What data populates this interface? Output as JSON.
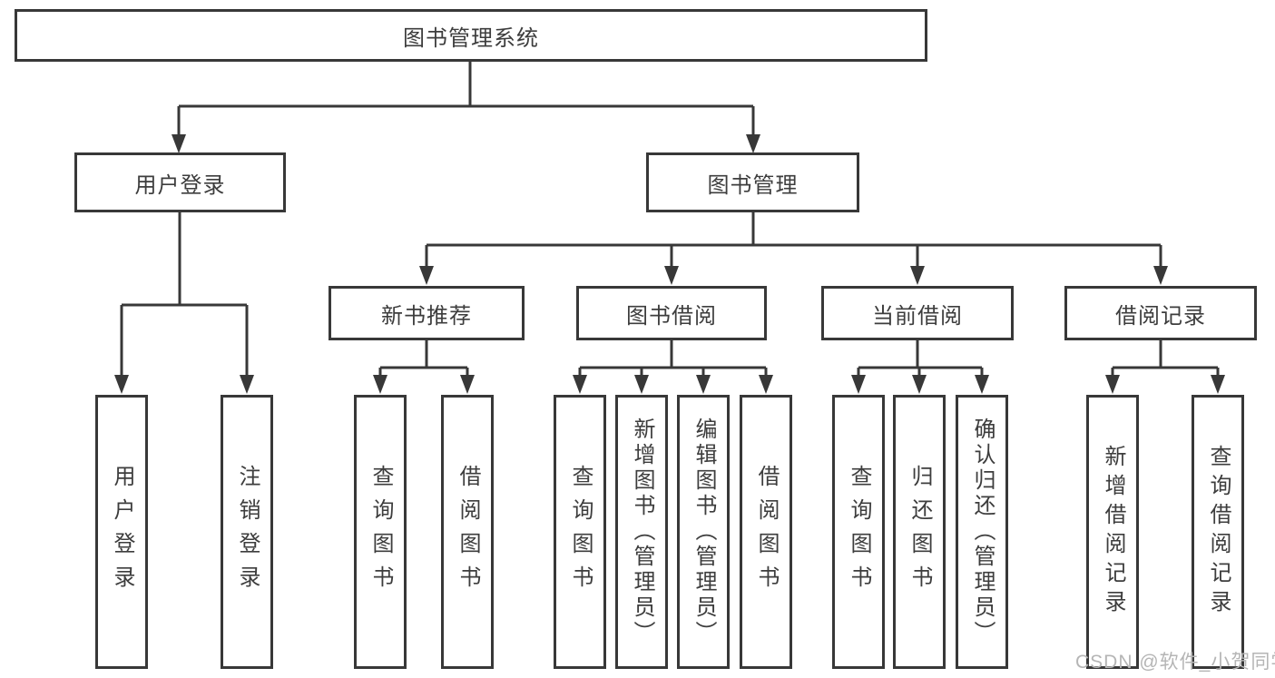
{
  "diagram_title": "图书管理系统",
  "nodes": {
    "root": "图书管理系统",
    "user_login": "用户登录",
    "book_mgmt": "图书管理",
    "new_book_rec": "新书推荐",
    "book_borrow": "图书借阅",
    "current_borrow": "当前借阅",
    "borrow_records": "借阅记录",
    "leaves": {
      "ul_login": "用户登录",
      "ul_logout": "注销登录",
      "nb_query": "查询图书",
      "nb_borrow": "借阅图书",
      "bb_query": "查询图书",
      "bb_add": "新增图书（管理员）",
      "bb_edit": "编辑图书（管理员）",
      "bb_borrow": "借阅图书",
      "cb_query": "查询图书",
      "cb_return": "归还图书",
      "cb_confirm": "确认归还（管理员）",
      "br_add": "新增借阅记录",
      "br_query": "查询借阅记录"
    }
  },
  "watermark": "CSDN @软件_小贺同学",
  "colors": {
    "line": "#383838",
    "box_border": "#383838",
    "text": "#3d3d3d",
    "watermark": "#b5b5b5",
    "background": "#ffffff"
  }
}
